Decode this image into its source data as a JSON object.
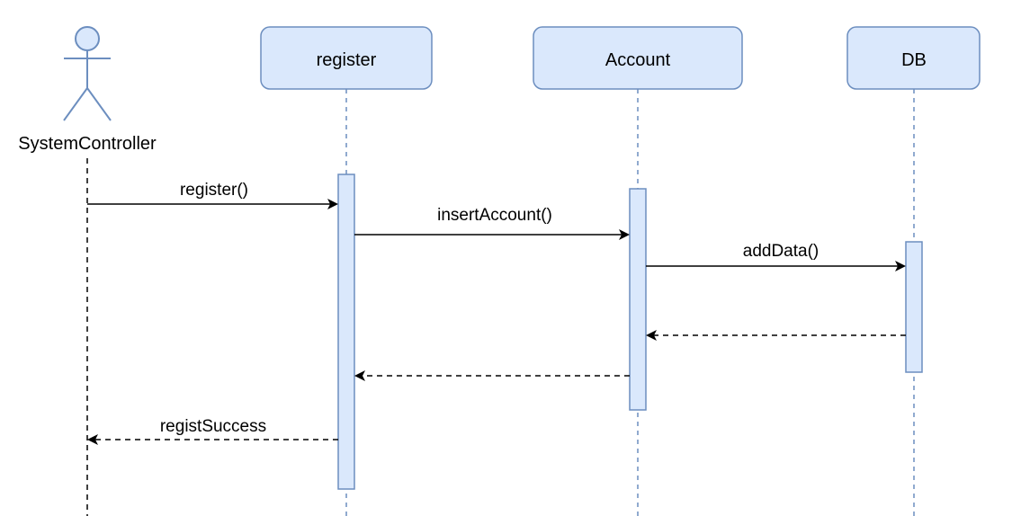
{
  "colors": {
    "box_fill": "#dae8fc",
    "box_stroke": "#6c8ebf",
    "line": "#000000",
    "lifeline": "#6c8ebf"
  },
  "actor": {
    "label": "SystemController",
    "icon": "stick-figure-actor-icon"
  },
  "participants": [
    {
      "id": "register",
      "label": "register"
    },
    {
      "id": "account",
      "label": "Account"
    },
    {
      "id": "db",
      "label": "DB"
    }
  ],
  "messages": [
    {
      "from": "SystemController",
      "to": "register",
      "label": "register()",
      "kind": "sync"
    },
    {
      "from": "register",
      "to": "Account",
      "label": "insertAccount()",
      "kind": "sync"
    },
    {
      "from": "Account",
      "to": "DB",
      "label": "addData()",
      "kind": "sync"
    },
    {
      "from": "DB",
      "to": "Account",
      "label": "",
      "kind": "return"
    },
    {
      "from": "Account",
      "to": "register",
      "label": "",
      "kind": "return"
    },
    {
      "from": "register",
      "to": "SystemController",
      "label": "registSuccess",
      "kind": "return"
    }
  ]
}
